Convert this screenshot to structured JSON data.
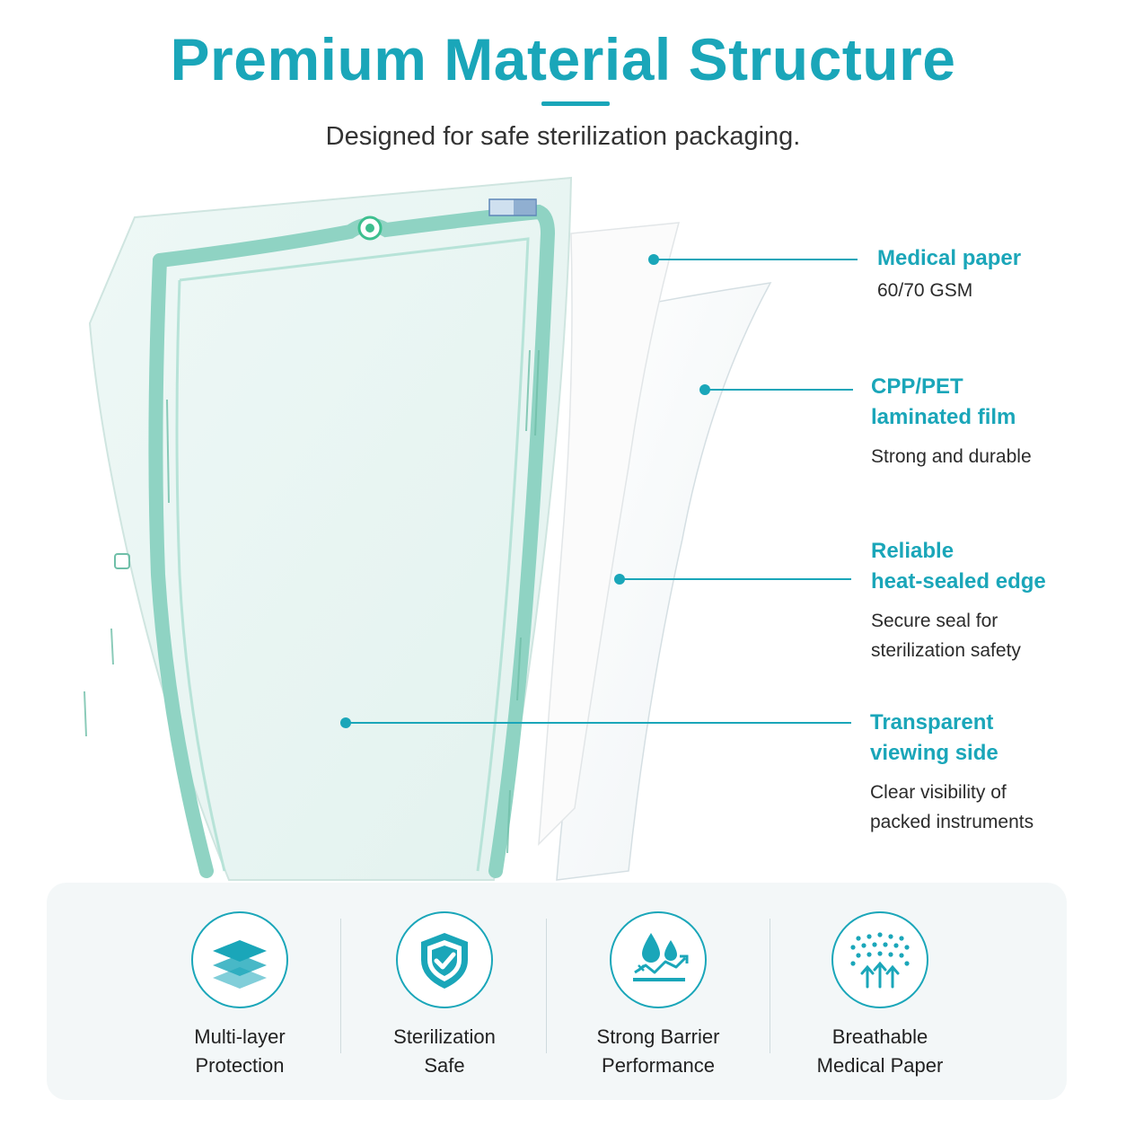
{
  "header": {
    "title": "Premium Material Structure",
    "subtitle": "Designed for safe sterilization packaging."
  },
  "callouts": [
    {
      "title": "Medical paper",
      "desc": "60/70 GSM"
    },
    {
      "title": "CPP/PET\nlaminated film",
      "desc": "Strong and durable"
    },
    {
      "title": "Reliable\nheat-sealed edge",
      "desc": "Secure seal for\nsterilization safety"
    },
    {
      "title": "Transparent\nviewing side",
      "desc": "Clear visibility of\npacked instruments"
    }
  ],
  "features": [
    {
      "label": "Multi-layer\nProtection",
      "icon": "layers-icon"
    },
    {
      "label": "Sterilization\nSafe",
      "icon": "shield-check-icon"
    },
    {
      "label": "Strong Barrier\nPerformance",
      "icon": "water-drops-barrier-icon"
    },
    {
      "label": "Breathable\nMedical Paper",
      "icon": "breathable-airflow-icon"
    }
  ],
  "colors": {
    "accent": "#1aa6b9",
    "seal_green": "#8fd3c3",
    "panel_bg": "#f3f7f8"
  }
}
